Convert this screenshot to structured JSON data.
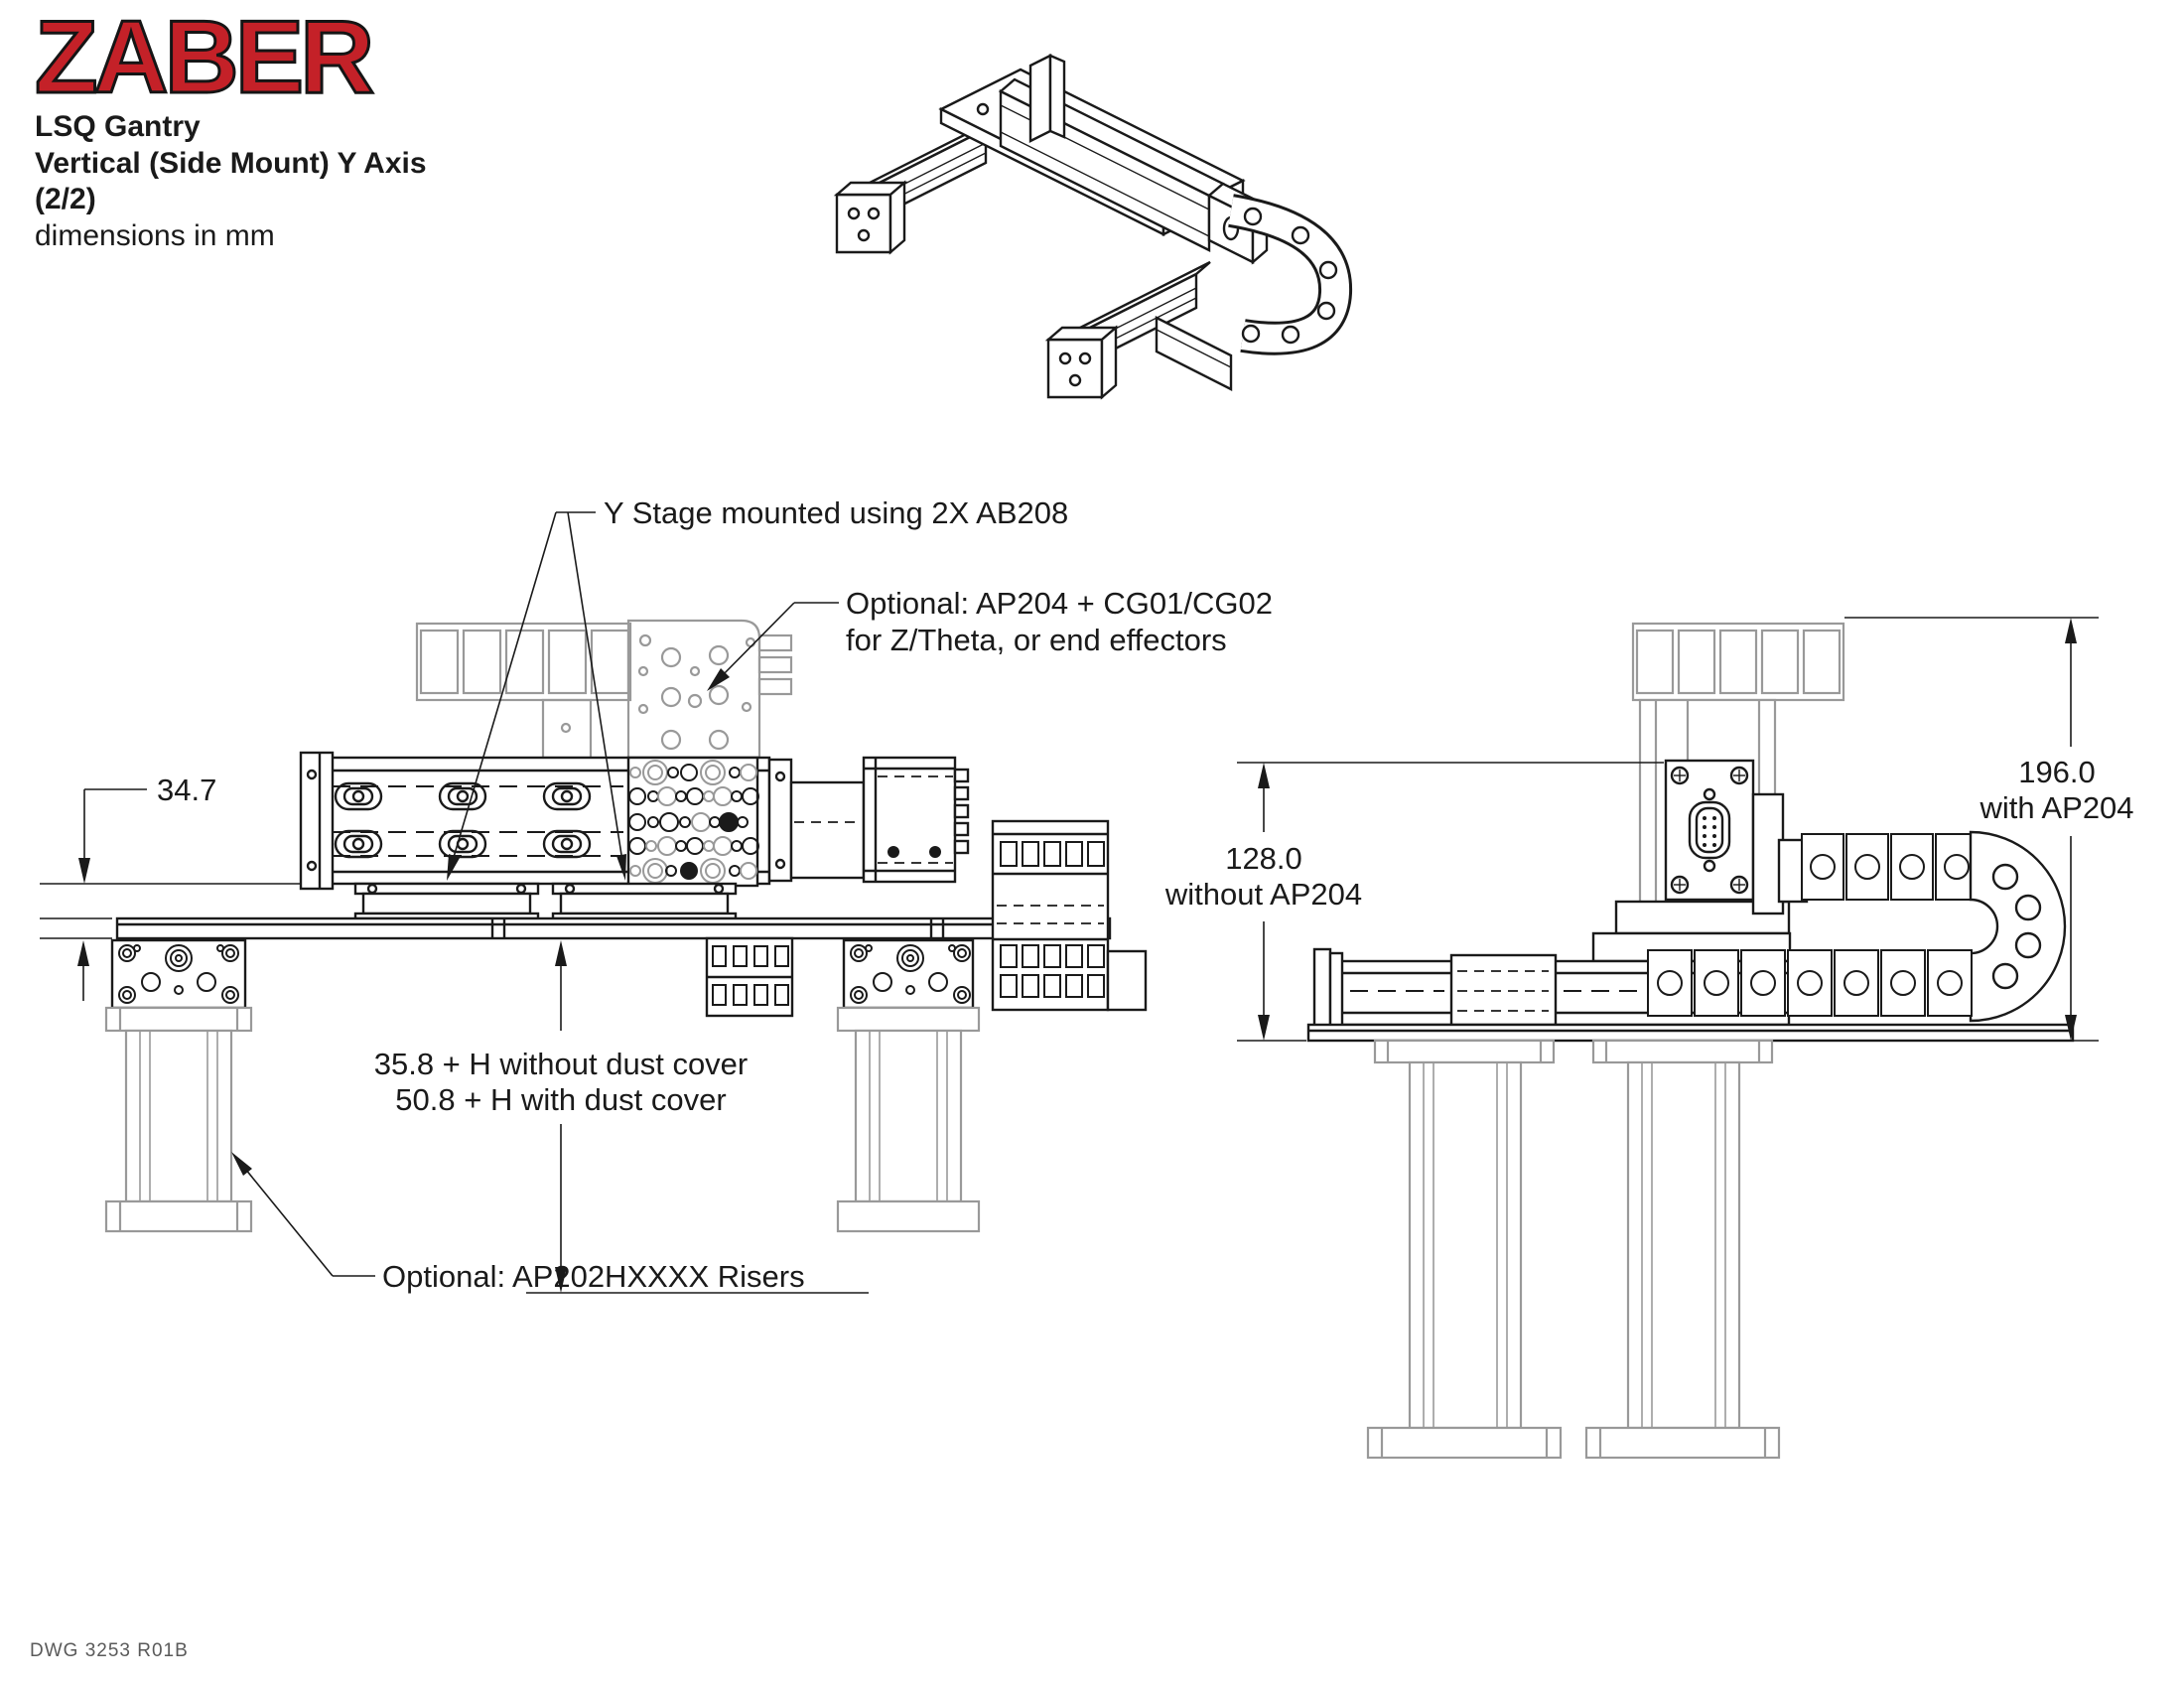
{
  "header": {
    "logo": "ZABER",
    "product": "LSQ Gantry",
    "subtitle": "Vertical (Side Mount) Y Axis",
    "sheet": "(2/2)",
    "units": "dimensions in mm"
  },
  "front_view": {
    "annotation_y_stage": "Y Stage mounted using 2X AB208",
    "annotation_ap204_line1": "Optional: AP204 + CG01/CG02",
    "annotation_ap204_line2": "for Z/Theta, or end effectors",
    "annotation_risers": "Optional: AP202HXXXX Risers",
    "dim_offset": "34.7",
    "dim_height_line1": "35.8 + H without dust cover",
    "dim_height_line2": "50.8 + H with dust cover"
  },
  "side_view": {
    "dim_without_line1": "128.0",
    "dim_without_line2": "without AP204",
    "dim_with_line1": "196.0",
    "dim_with_line2": "with AP204"
  },
  "footer": {
    "dwg_number": "DWG 3253 R01B"
  },
  "colors": {
    "logo_red": "#c42128",
    "line_black": "#1a1a1a",
    "ghost_gray": "#999999"
  }
}
